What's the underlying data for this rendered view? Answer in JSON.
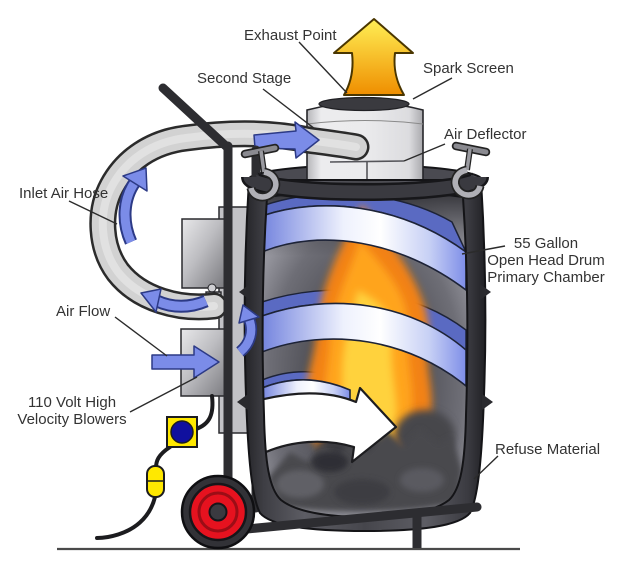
{
  "diagram": {
    "labels": {
      "exhaust_point": "Exhaust Point",
      "spark_screen": "Spark Screen",
      "second_stage": "Second Stage",
      "air_deflector": "Air Deflector",
      "inlet_air_hose": "Inlet Air Hose",
      "air_flow": "Air Flow",
      "blowers_line1": "110 Volt High",
      "blowers_line2": "Velocity Blowers",
      "drum_line1": "55 Gallon",
      "drum_line2": "Open Head Drum",
      "drum_line3": "Primary Chamber",
      "refuse_material": "Refuse Material"
    },
    "colors": {
      "airflow_blue": "#7b8ce8",
      "airflow_outline": "#2c3a86",
      "spiral_blue": "#7484de",
      "spiral_back_blue": "#5a6ac2",
      "flame_outer": "#f28214",
      "flame_mid": "#ffa41e",
      "flame_core": "#ffd23e",
      "exhaust_yellow": "#ffef55",
      "exhaust_orange": "#ef8e00",
      "wheel_red": "#e6121f",
      "connector_yellow": "#ffe800",
      "plug_blue": "#10109e",
      "drum_gray": "#46464c",
      "label_text": "#333333"
    },
    "icons": {
      "exhaust-arrow-icon": "up-arrow",
      "airflow-arrow-icon": "right-arrow",
      "hose-flow-arrow-icon": "curved-arrow",
      "combustion-flow-arrow-icon": "right-arrow",
      "spiral-airflow-icon": "helix-ribbon"
    }
  }
}
